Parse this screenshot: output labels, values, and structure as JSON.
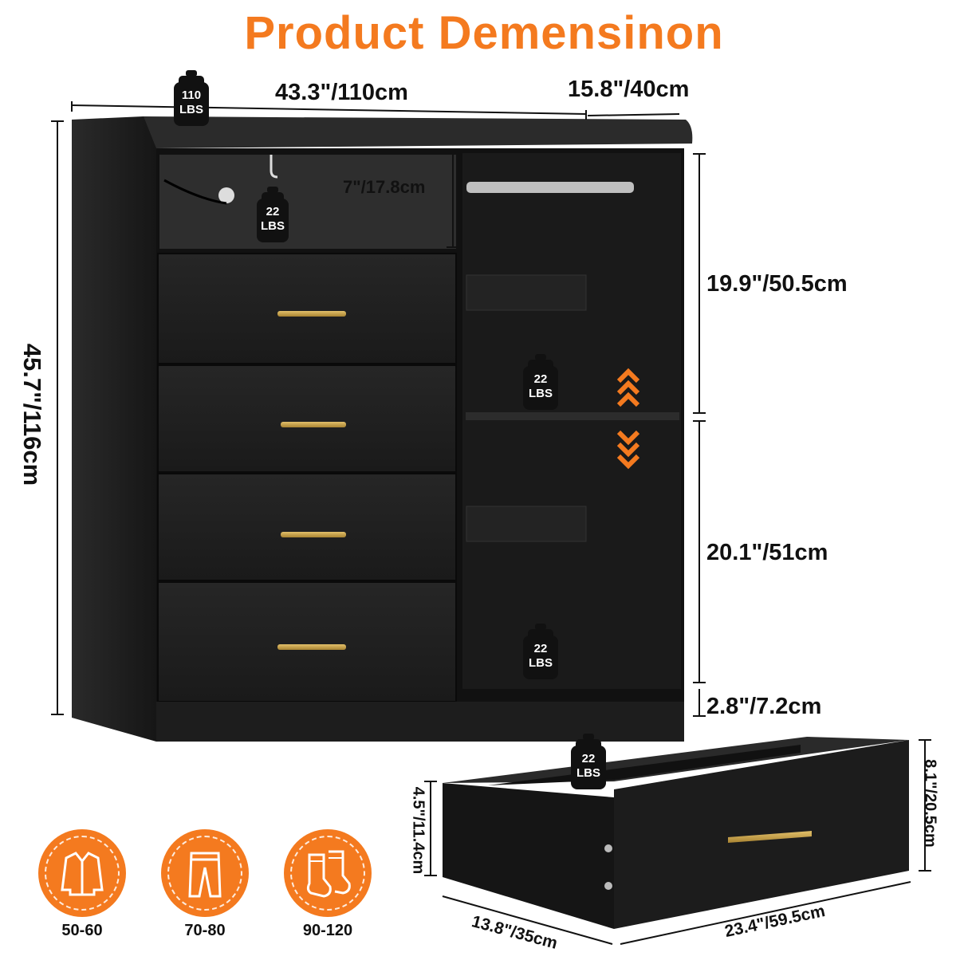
{
  "title": "Product Demensinon",
  "dimensions": {
    "width": "43.3\"/110cm",
    "depth": "15.8\"/40cm",
    "height": "45.7\"/116cm",
    "open_shelf": "7\"/17.8cm",
    "upper_cabinet": "19.9\"/50.5cm",
    "lower_cabinet": "20.1\"/51cm",
    "base": "2.8\"/7.2cm",
    "drawer_height": "8.1\"/20.5cm",
    "drawer_inner_height": "4.5\"/11.4cm",
    "drawer_depth": "13.8\"/35cm",
    "drawer_width": "23.4\"/59.5cm"
  },
  "weights": {
    "top": {
      "value": "110",
      "unit": "LBS"
    },
    "shelf": {
      "value": "22",
      "unit": "LBS"
    },
    "cabinet_upper": {
      "value": "22",
      "unit": "LBS"
    },
    "cabinet_lower": {
      "value": "22",
      "unit": "LBS"
    },
    "drawer": {
      "value": "22",
      "unit": "LBS"
    }
  },
  "capacity": [
    {
      "icon": "jacket-icon",
      "label": "50-60"
    },
    {
      "icon": "pants-icon",
      "label": "70-80"
    },
    {
      "icon": "socks-icon",
      "label": "90-120"
    }
  ],
  "colors": {
    "accent": "#f47a1f",
    "furniture": "#1c1c1c",
    "handle": "#c9a24a"
  }
}
